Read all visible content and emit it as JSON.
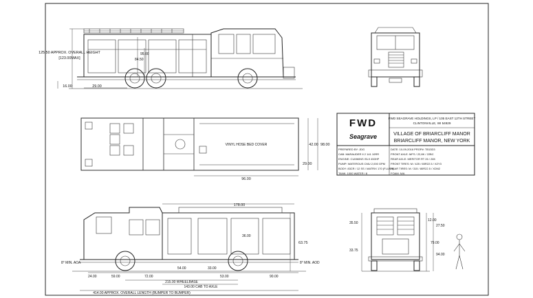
{
  "title_block": {
    "brand": "FWD",
    "script_logo": "Seagrave",
    "company": "FWD SEAGRAVE HOLDINGS, LP / 105 EAST 12TH STREET",
    "city": "CLINTONVILLE, WI 54929",
    "customer_line1": "VILLAGE OF BRIARCLIFF MANOR",
    "customer_line2": "BRIARCLIFF MANOR, NEW YORK",
    "specs_left": [
      "PREPARED BY: JDG",
      "CAB: MARAUDER II 2 141 10RR",
      "ENGINE: CUMMINS ISL9 450HP",
      "PUMP: WATEROUS CMU 2,000 GPM",
      "BODY: 83CR / 12 SS / MATRIX 170 (FLUSH)",
      "TANK: 1000 WATER / 8"
    ],
    "specs_right": [
      "DATE: 10-09-2016  PROP#: TB13D3",
      "FRONT AXLE: MFS / 22,8K / 22BC",
      "REAR AXLE: MERITOR RT 26 / 26K",
      "FRONT TIRES: M / 425 / 65R22.5 / XZY3",
      "REAR TIRES: M / 315 / 80R22.5 / XDN2",
      "FOAM: N/A"
    ]
  },
  "dimensions": {
    "overall_height": "125.50 APPROX. OVERALL HEIGHT",
    "overall_height_max": "[123.00MAX]",
    "ground_clearance": "16.00",
    "front_overhang_side": "29.00",
    "cab_height_a": "95.00",
    "cab_height_b": "84.50",
    "top_view_width": "98.00",
    "top_view_inner": "42.00",
    "top_view_side": "29.00",
    "body_length_top": "96.00",
    "vinyl_note": "VINYL HOSE BED COVER",
    "body_length_side": "178.00",
    "height_side": "63.75",
    "compartment_height": "36.00",
    "approach_angle": "8° MIN. AOA",
    "departure_angle": "8° MIN. AOD",
    "wheelbase": "215.00 WHEELBASE",
    "cab_to_axle": "143.00 CAB TO AXLE",
    "overall_length": "414.00 APPROX. OVERALL LENGTH (BUMPER TO BUMPER)",
    "front_bumper": "24.00",
    "front_overhang": "59.00",
    "seg_72": "72.00",
    "seg_54": "54.00",
    "seg_33": "33.00",
    "seg_53": "53.00",
    "rear_overhang": "90.00",
    "rear_view_top": "12.00",
    "rear_view_a": "27.50",
    "rear_view_b": "79.00",
    "rear_view_c": "94.00",
    "rear_view_left_top": "35.50",
    "rear_view_left_bot": "33.75"
  }
}
